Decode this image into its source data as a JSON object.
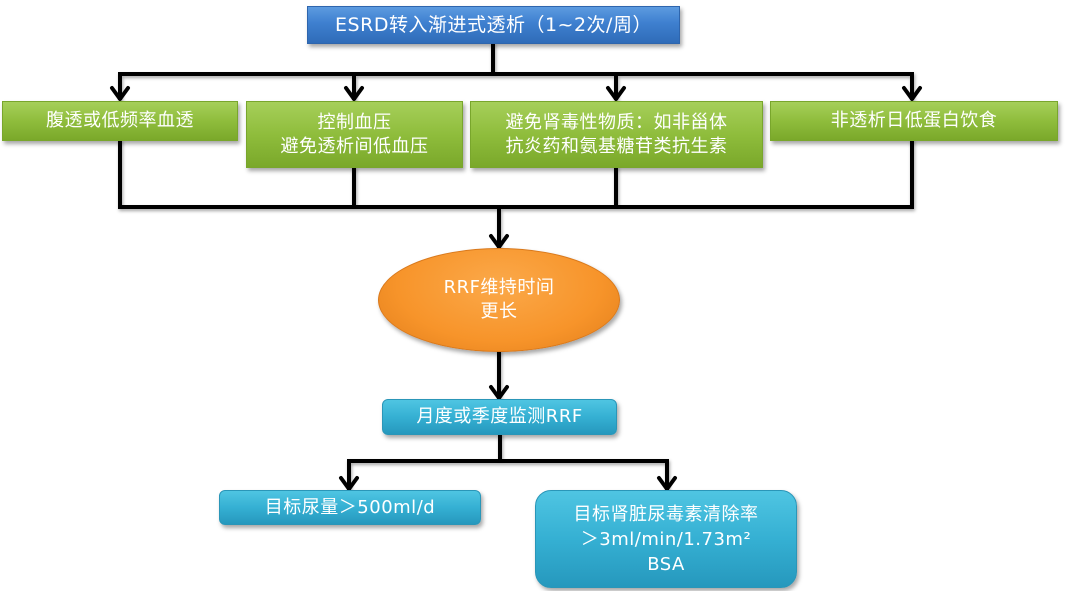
{
  "diagram": {
    "start": {
      "label": "ESRD转入渐进式透析（1~2次/周）",
      "color": "#3e7fcf"
    },
    "interventions": [
      {
        "lines": [
          "腹透或低频率血透"
        ],
        "color": "#8fbd3c"
      },
      {
        "lines": [
          "控制血压",
          "避免透析间低血压"
        ],
        "color": "#8fbd3c"
      },
      {
        "lines": [
          "避免肾毒性物质：如非甾体",
          "抗炎药和氨基糖苷类抗生素"
        ],
        "color": "#8fbd3c"
      },
      {
        "lines": [
          "非透析日低蛋白饮食"
        ],
        "color": "#8fbd3c"
      }
    ],
    "outcome": {
      "lines": [
        "RRF维持时间",
        "更长"
      ],
      "color": "#f7942a"
    },
    "monitor": {
      "label": "月度或季度监测RRF",
      "color": "#35b0d3"
    },
    "targets": [
      {
        "lines": [
          "目标尿量＞500ml/d"
        ],
        "color": "#35b0d3"
      },
      {
        "lines": [
          "目标肾脏尿毒素清除率",
          "＞3ml/min/1.73m²",
          "BSA"
        ],
        "color": "#35b0d3"
      }
    ]
  }
}
